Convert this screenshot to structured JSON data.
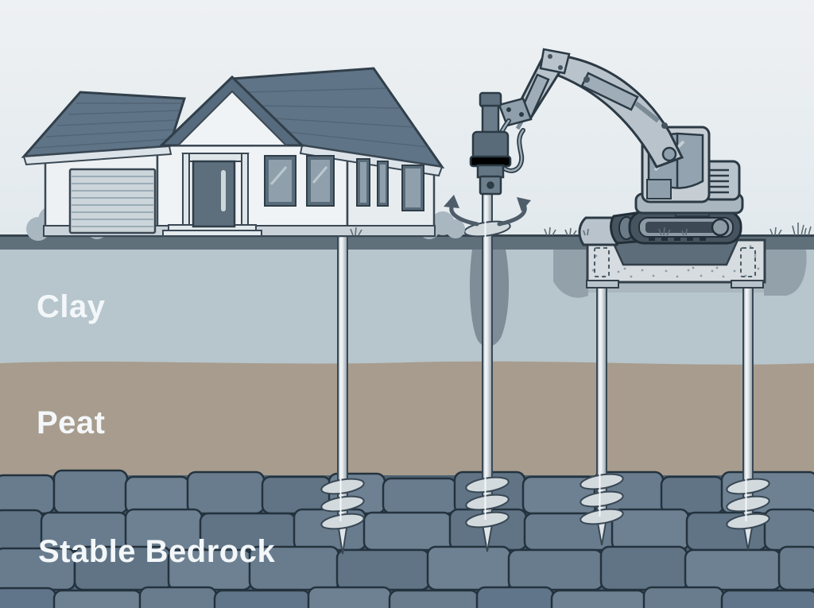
{
  "layers": [
    {
      "label": "Clay",
      "color": "#b7c5cc"
    },
    {
      "label": "Peat",
      "color": "#a79c8d"
    },
    {
      "label": "Stable Bedrock",
      "color": "#66798b"
    }
  ],
  "colors": {
    "sky": "#e9eef1",
    "surface_band": "#5f707b",
    "pile_metal": "#dfe5e9",
    "machine_body": "#c2cbd2",
    "machine_dark": "#46545f",
    "outline": "#2b3a45",
    "concrete": "#d6dcdf",
    "bedrock_outline": "#24323e",
    "label_text": "#f3f7f9"
  },
  "icons": {
    "rotation": "rotation-arrows"
  }
}
